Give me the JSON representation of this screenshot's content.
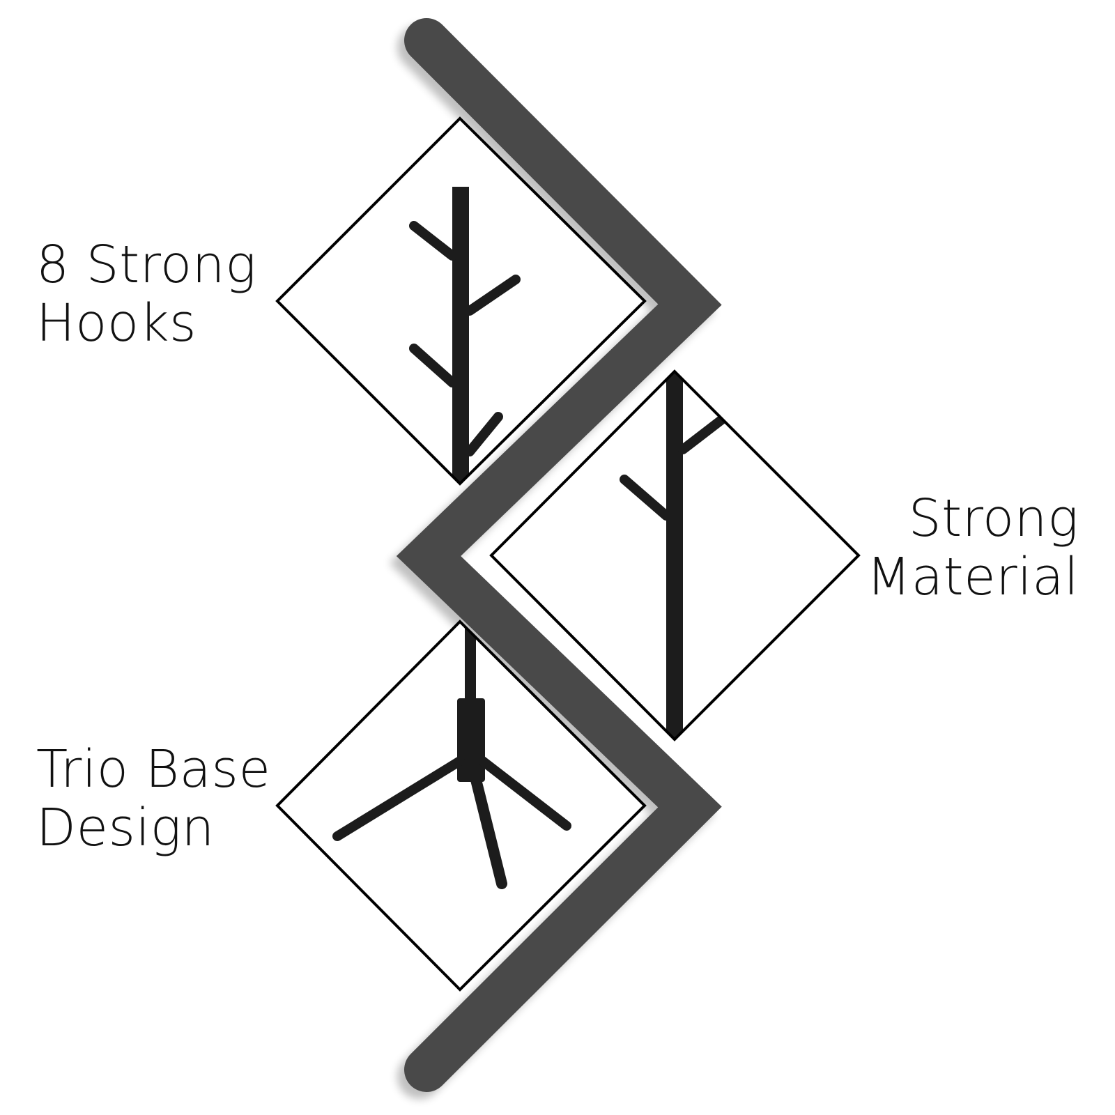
{
  "colors": {
    "zigzag_band": "#4a4a4a",
    "frame_stroke": "#000000",
    "rack": "#1c1c1c",
    "background": "#ffffff"
  },
  "features": [
    {
      "line1": "8 Strong",
      "line2": "Hooks"
    },
    {
      "line1": "Strong",
      "line2": "Material"
    },
    {
      "line1": "Trio Base",
      "line2": "Design"
    }
  ]
}
